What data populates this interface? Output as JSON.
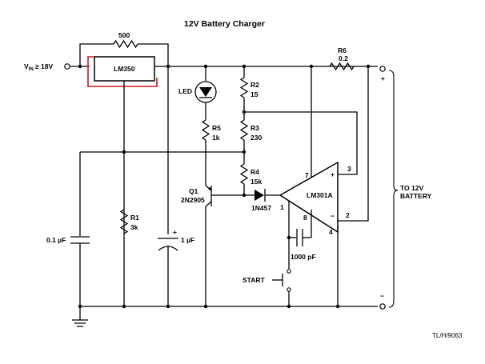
{
  "title": "12V Battery Charger",
  "vin_label": "V",
  "vin_sub": "IN",
  "vin_cond": " ≥ 18V",
  "regulator": "LM350",
  "bypass_res": "500",
  "r6": {
    "name": "R6",
    "value": "0.2"
  },
  "led": "LED",
  "r2": {
    "name": "R2",
    "value": "15"
  },
  "r3": {
    "name": "R3",
    "value": "230"
  },
  "r4": {
    "name": "R4",
    "value": "15k"
  },
  "r5": {
    "name": "R5",
    "value": "1k"
  },
  "q1": {
    "name": "Q1",
    "part": "2N2905"
  },
  "diode": "1N457",
  "opamp": "LM301A",
  "pins": {
    "p7": "7",
    "p3": "3",
    "p2": "2",
    "p1": "1",
    "p8": "8",
    "p4": "4"
  },
  "opamp_plus": "+",
  "opamp_minus": "−",
  "r1": {
    "name": "R1",
    "value": "3k"
  },
  "c1": "0.1 µF",
  "c2": "1 µF",
  "c2_plus": "+",
  "c3": "1000 pF",
  "start": "START",
  "out_plus": "+",
  "out_minus": "−",
  "out_label_1": "TO 12V",
  "out_label_2": "BATTERY",
  "figure_code": "TL/H/9063"
}
